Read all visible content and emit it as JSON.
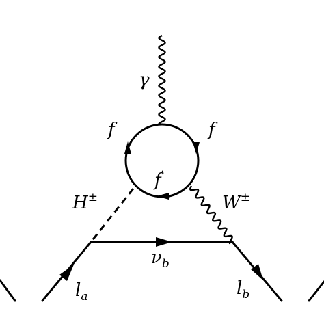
{
  "labels": {
    "photon": {
      "base": "γ",
      "sub": "",
      "sup": ""
    },
    "fermion_left": {
      "base": "f",
      "sub": "",
      "sup": ""
    },
    "fermion_right": {
      "base": "f",
      "sub": "",
      "sup": ""
    },
    "fermion_prime": {
      "base": "f",
      "sub": "",
      "sup": "′"
    },
    "charged_higgs": {
      "base": "H",
      "sub": "",
      "sup": "±"
    },
    "w_boson": {
      "base": "W",
      "sub": "",
      "sup": "±"
    },
    "neutrino": {
      "base": "ν",
      "sub": "b",
      "sup": ""
    },
    "lepton_in": {
      "base": "l",
      "sub": "a",
      "sup": ""
    },
    "lepton_out": {
      "base": "l",
      "sub": "b",
      "sup": ""
    }
  }
}
